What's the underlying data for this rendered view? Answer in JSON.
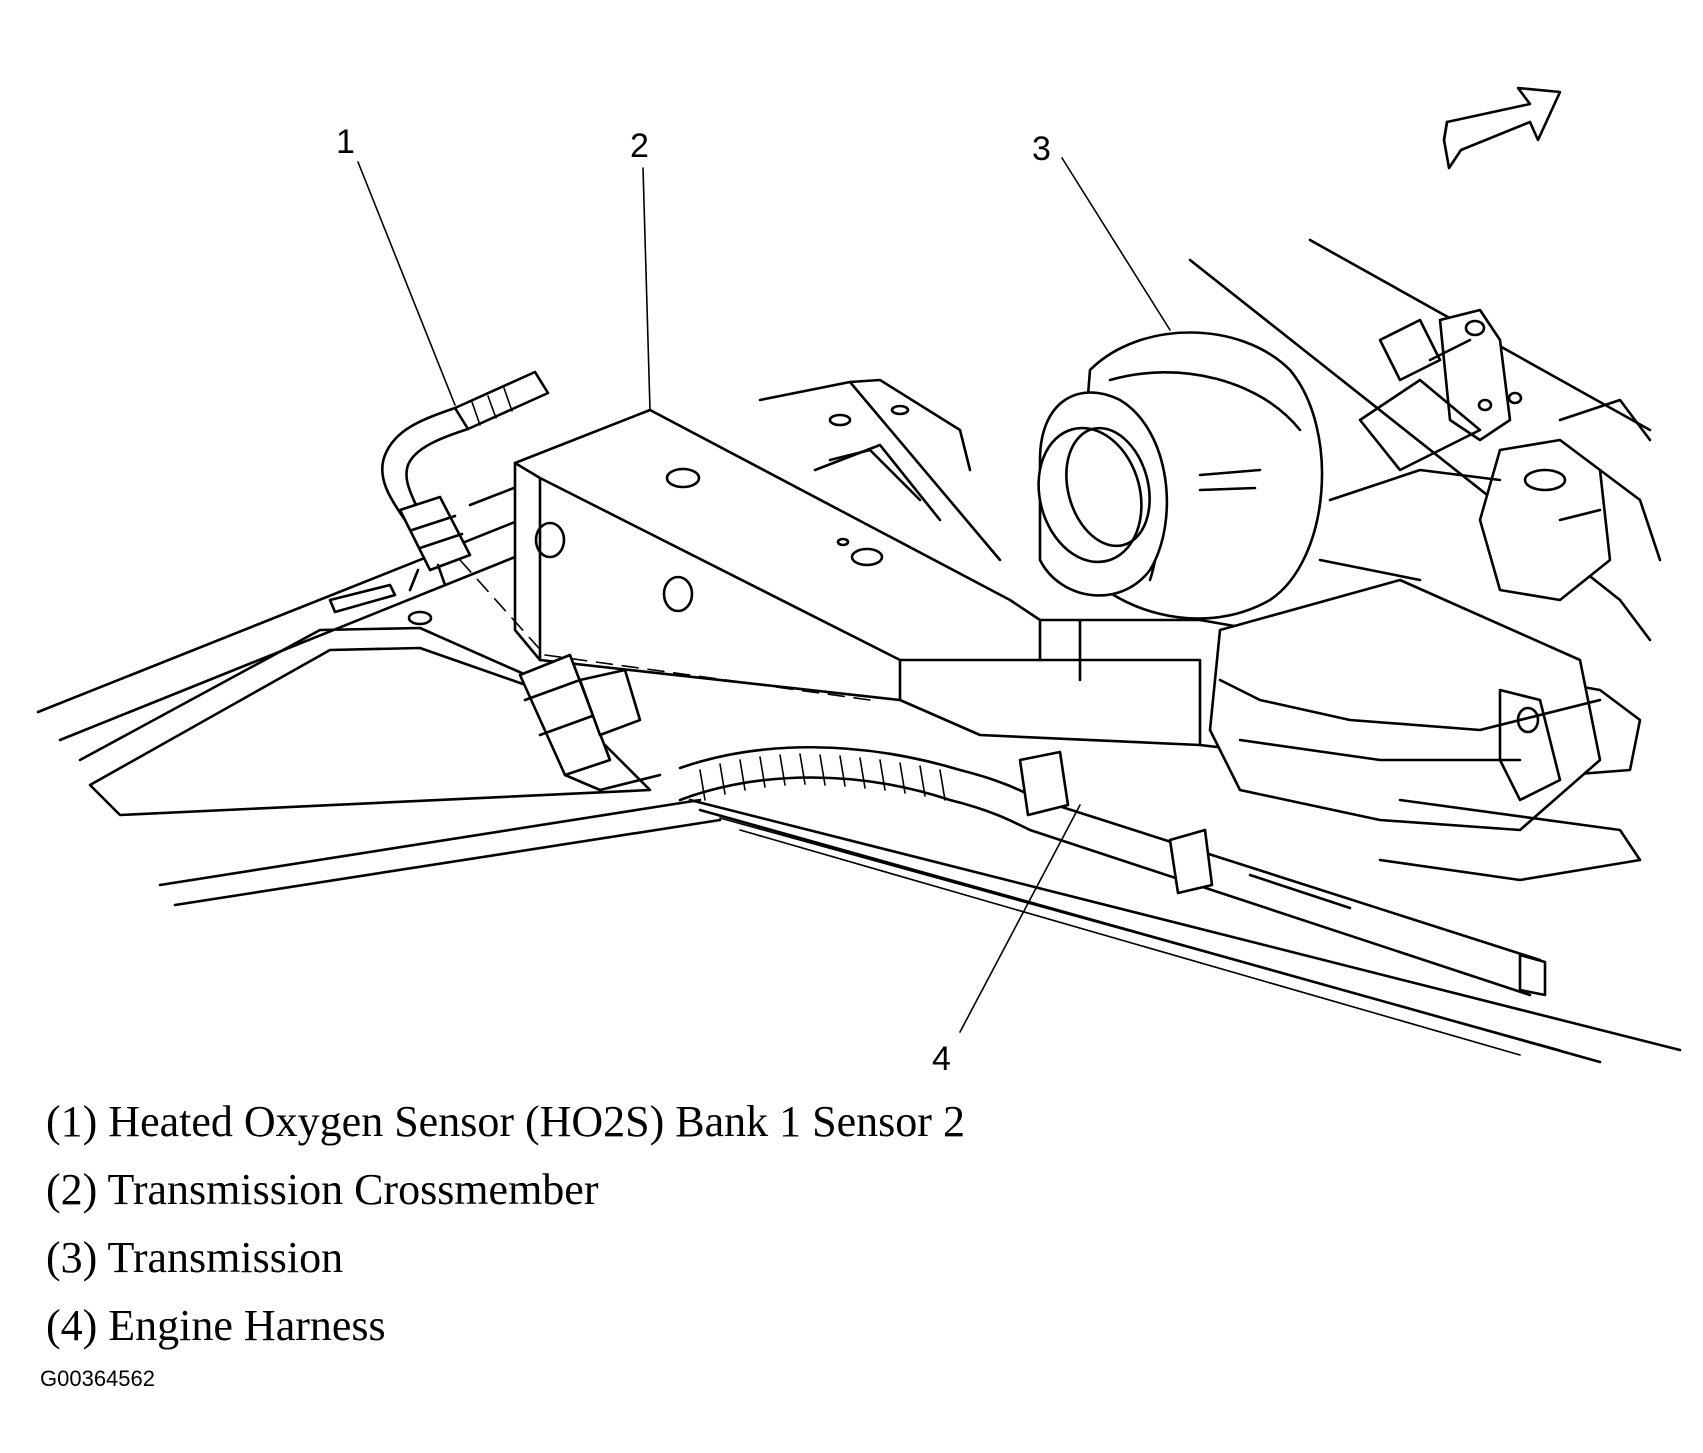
{
  "callouts": [
    {
      "number": "1"
    },
    {
      "number": "2"
    },
    {
      "number": "3"
    },
    {
      "number": "4"
    }
  ],
  "legend": [
    {
      "text": "(1) Heated Oxygen Sensor (HO2S) Bank 1 Sensor 2"
    },
    {
      "text": "(2) Transmission Crossmember"
    },
    {
      "text": "(3) Transmission"
    },
    {
      "text": "(4) Engine Harness"
    }
  ],
  "figure_id": "G00364562",
  "icons": [
    "direction-arrow-icon"
  ],
  "colors": {
    "line": "#000000",
    "background": "#ffffff"
  }
}
